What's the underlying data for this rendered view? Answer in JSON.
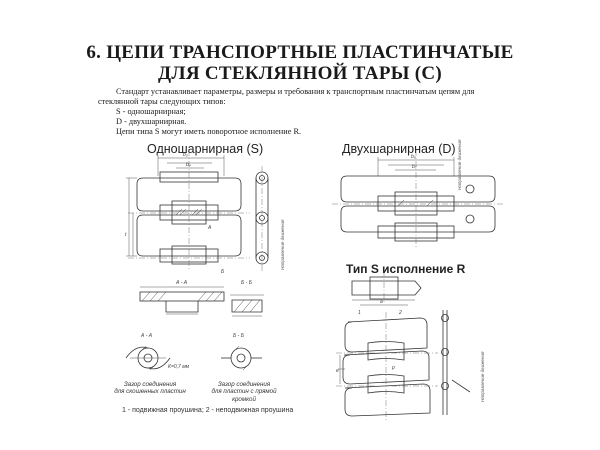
{
  "page": {
    "title_line1": "6. ЦЕПИ  ТРАНСПОРТНЫЕ ПЛАСТИНЧАТЫЕ",
    "title_line2": "ДЛЯ СТЕКЛЯННОЙ ТАРЫ (С)"
  },
  "intro": {
    "line1": "Стандарт устанавливает параметры, размеры и требования к транспортным пластинчатым цепям для",
    "line2": "стеклянной тары следующих типов:",
    "line3": "S  - одношарнирная;",
    "line4": "D  - двухшарнирная.",
    "line5": "Цепи типа S могут иметь поворотное исполнение R."
  },
  "sections": {
    "single": "Одношарнирная  (S)",
    "double": "Двухшарнирная  (D)",
    "rotary": "Тип S исполнение R"
  },
  "drawing_labels": {
    "section_aa_top": "А - А",
    "section_bb_top": "Б - Б",
    "section_aa": "А - А",
    "section_bb": "Б - Б",
    "gap_value": "К=0,7 мм",
    "movement": "Направление движения",
    "movement_r": "Направление движения",
    "b3": "b₃",
    "b4": "b₄",
    "b5": "b₅",
    "b7": "b₇",
    "t": "t",
    "e": "e",
    "a": "a",
    "p": "p",
    "A": "А",
    "B": "Б",
    "n1": "1",
    "n2": "2"
  },
  "captions": {
    "gap_round": "Зазор соединения\nдля скошенных пластин",
    "gap_straight": "Зазор соединения\nдля пластин с прямой\nкромкой",
    "footnote": "1 - подвижная проушина; 2 - неподвижная проушина"
  }
}
